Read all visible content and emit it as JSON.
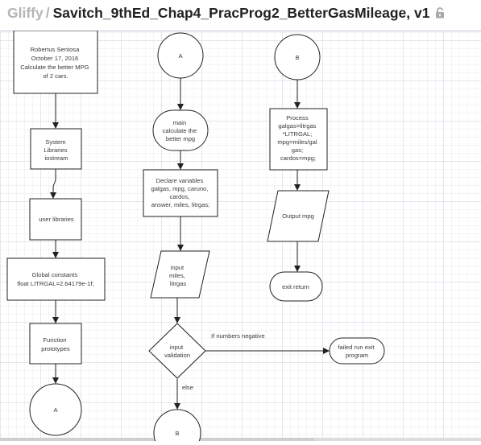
{
  "header": {
    "app_name": "Gliffy",
    "separator": "/",
    "document_title": "Savitch_9thEd_Chap4_PracProg2_BetterGasMileage, v1",
    "lock_icon": "open-lock-icon"
  },
  "colors": {
    "grid_minor": "#dde3ec",
    "grid_major": "#c6cfdb",
    "stroke": "#222222",
    "text": "#3a3a3a"
  },
  "diagram": {
    "col1": {
      "header_box": [
        "Robertus Sentosa",
        "October 17, 2016",
        "Calculate the better MPG",
        "of 2 cars."
      ],
      "libraries": [
        "System",
        "Libraries",
        "iostream"
      ],
      "user_libraries": [
        "user libraries"
      ],
      "global_constants": [
        "Global constants",
        "float LITRGAL=2.64179e-1f;"
      ],
      "function_prototypes": [
        "Function",
        "prototypes"
      ],
      "connector_a": "A"
    },
    "col2": {
      "connector_a": "A",
      "main_terminator": [
        "main",
        "calculate the",
        "better mpg"
      ],
      "declare_variables": [
        "Declare variables",
        "galgas, mpg, caruno,",
        "cardos,",
        "answer, miles, litrgas;"
      ],
      "input_io": [
        "input",
        "miles,",
        "litrgas"
      ],
      "decision": [
        "input",
        "validation"
      ],
      "else_label": "else",
      "connector_b": "B"
    },
    "col3": {
      "connector_b": "B",
      "process": [
        "Process",
        "galgas=litrgas",
        "*LITRGAL;",
        "mpg=miles/gal",
        "gas;",
        "cardos=mpg;"
      ],
      "output_io": [
        "Output mpg"
      ],
      "exit_return": [
        "exit return"
      ],
      "negative_label": "If numbers negative",
      "failed_run": [
        "failed run exit",
        "program"
      ]
    }
  }
}
